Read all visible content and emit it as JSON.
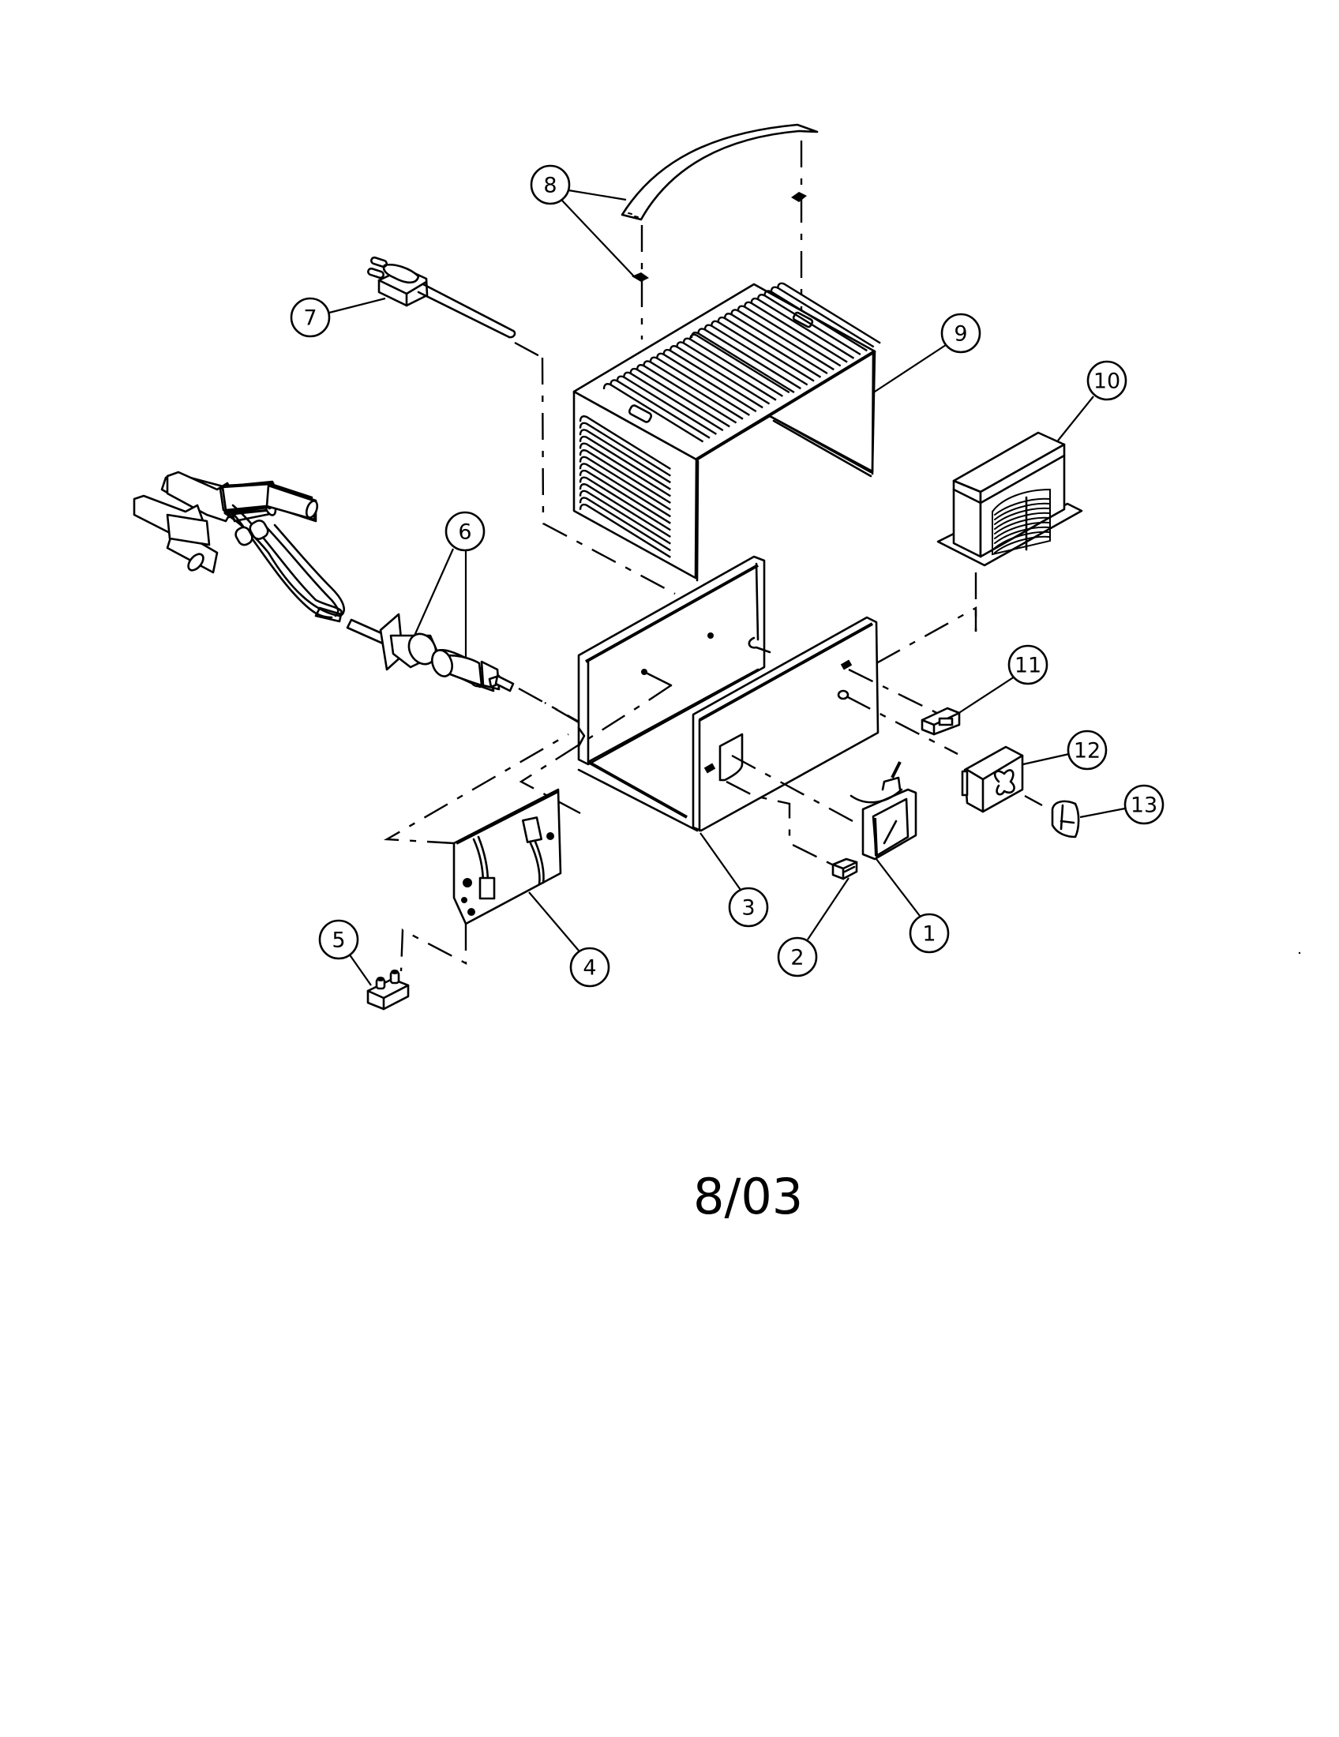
{
  "document": {
    "type": "exploded parts diagram",
    "date_code": "8/03"
  },
  "callouts": [
    {
      "number": "1",
      "part": "meter"
    },
    {
      "number": "2",
      "part": "switch"
    },
    {
      "number": "3",
      "part": "chassis-base"
    },
    {
      "number": "4",
      "part": "circuit-board"
    },
    {
      "number": "5",
      "part": "circuit-breaker"
    },
    {
      "number": "6",
      "part": "cord-strain-relief"
    },
    {
      "number": "7",
      "part": "power-cord"
    },
    {
      "number": "8",
      "part": "handle-and-clips"
    },
    {
      "number": "9",
      "part": "cabinet-cover"
    },
    {
      "number": "10",
      "part": "transformer"
    },
    {
      "number": "11",
      "part": "selector-switch"
    },
    {
      "number": "12",
      "part": "timer"
    },
    {
      "number": "13",
      "part": "knob"
    }
  ],
  "colors": {
    "ink": "#000000",
    "paper": "#ffffff"
  }
}
